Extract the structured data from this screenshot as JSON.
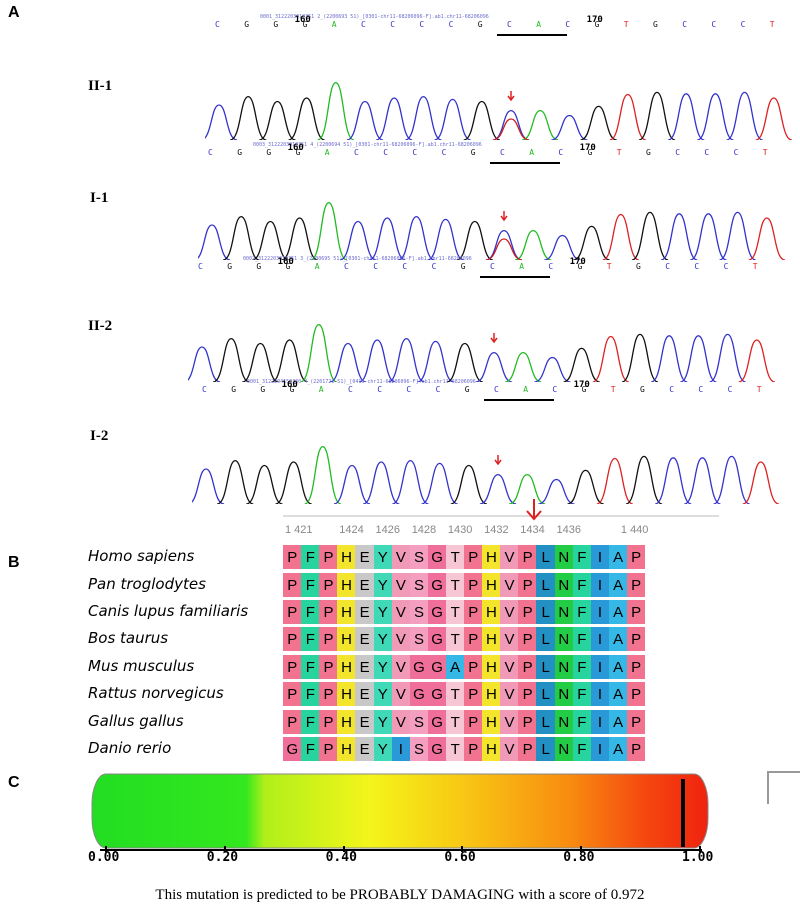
{
  "panels": {
    "a": "A",
    "b": "B",
    "c": "C"
  },
  "sequencing": {
    "bases": [
      "C",
      "G",
      "G",
      "G",
      "A",
      "C",
      "C",
      "C",
      "C",
      "G",
      "C",
      "A",
      "C",
      "G",
      "T",
      "G",
      "C",
      "C",
      "C",
      "T"
    ],
    "base_colors": {
      "A": "#22bb22",
      "C": "#3333cc",
      "G": "#111111",
      "T": "#dd2222"
    },
    "samples": [
      {
        "label": "II-1",
        "file": "0001_3122203010351 2_(2200693 51)_[0301-chr11-68206096-F].ab1.chr11-68206096",
        "pos1": "160",
        "pos2": "170",
        "het": true
      },
      {
        "label": "I-1",
        "file": "0003_3122203010351 4_(2200694 51)_[0301-chr11-68206096-F].ab1.chr11-68206096",
        "pos1": "160",
        "pos2": "170",
        "het": true
      },
      {
        "label": "II-2",
        "file": "0002_3122203010351 3_(2200695 51)_[0301-chr11-68206096-F].ab1.chr11-68206096",
        "pos1": "160",
        "pos2": "170",
        "het": false
      },
      {
        "label": "I-2",
        "file": "0001_3122204150330 4_(2201723 51)_[0415-chr11-68206096-F].ab1.chr11-68206096",
        "pos1": "160",
        "pos2": "170",
        "het": false
      }
    ]
  },
  "alignment": {
    "ruler_labels": [
      "1 421",
      "1424",
      "1426",
      "1428",
      "1430",
      "1432",
      "1434",
      "1436",
      "1 440"
    ],
    "species": [
      {
        "name": "Homo sapiens",
        "seq": "PFPHEYVSGTPHVPLNFIAP"
      },
      {
        "name": "Pan troglodytes",
        "seq": "PFPHEYVSGTPHVPLNFIAP"
      },
      {
        "name": "Canis lupus familiaris",
        "seq": "PFPHEYVSGTPHVPLNFIAP"
      },
      {
        "name": "Bos taurus",
        "seq": "PFPHEYVSGTPHVPLNFIAP"
      },
      {
        "name": "Mus musculus",
        "seq": "PFPHEYVGGAPHVPLNFIAP"
      },
      {
        "name": "Rattus norvegicus",
        "seq": "PFPHEYVGGTPHVPLNFIAP"
      },
      {
        "name": "Gallus gallus",
        "seq": "PFPHEYVSGTPHVPLNFIAP"
      },
      {
        "name": "Danio rerio",
        "seq": "GFPHEYISGTPHVPLNFIAP"
      }
    ],
    "aa_colors": {
      "P": "#f2738f",
      "F": "#27d49e",
      "H": "#f3e42c",
      "E": "#c8c8c8",
      "Y": "#3fd9b8",
      "V": "#f09ab8",
      "S": "#f59fc0",
      "G": "#f06e9a",
      "T": "#f7c6d4",
      "A": "#35b8e6",
      "I": "#2a99d8",
      "L": "#2290c2",
      "N": "#22cc44"
    }
  },
  "polyphen": {
    "score": 0.972,
    "ticks": [
      "0.00",
      "0.20",
      "0.40",
      "0.60",
      "0.80",
      "1.00"
    ],
    "caption": "This mutation is predicted to be PROBABLY DAMAGING with a score of 0.972"
  }
}
